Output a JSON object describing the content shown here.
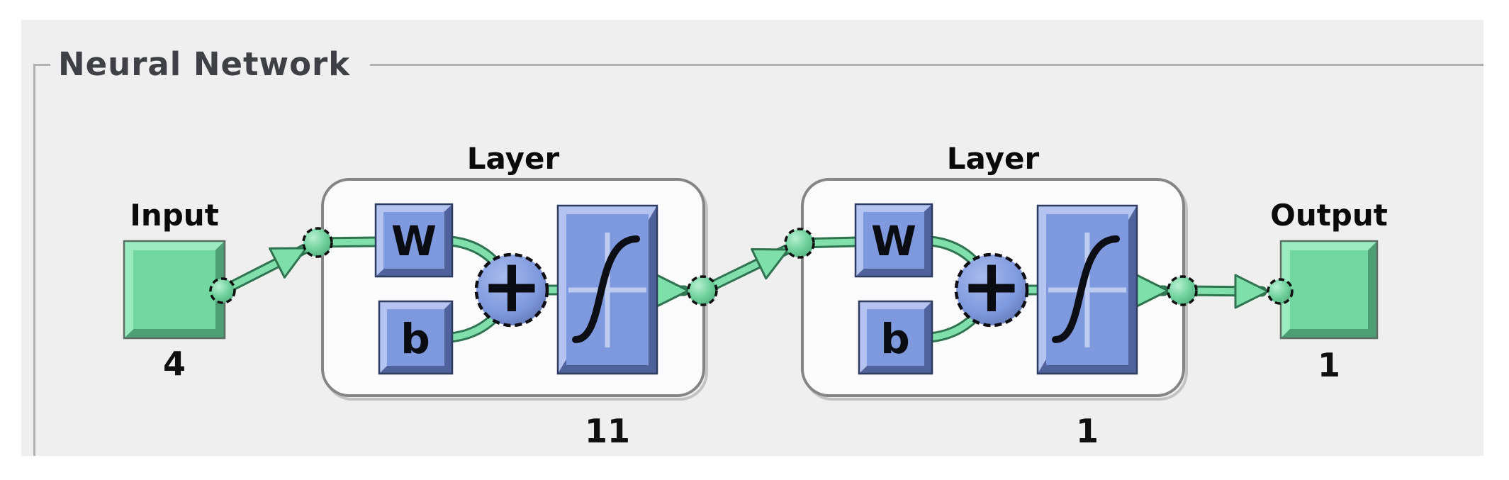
{
  "panel": {
    "title": "Neural Network"
  },
  "diagram": {
    "input": {
      "label": "Input",
      "size": "4"
    },
    "layers": [
      {
        "label": "Layer",
        "weight_label": "W",
        "bias_label": "b",
        "sum_symbol": "+",
        "size": "11"
      },
      {
        "label": "Layer",
        "weight_label": "W",
        "bias_label": "b",
        "sum_symbol": "+",
        "size": "1"
      }
    ],
    "output": {
      "label": "Output",
      "size": "1"
    },
    "colors": {
      "panel_bg": "#efefef",
      "block_green": "#72d7a1",
      "block_blue": "#7e99de",
      "connector_green": "#81dfac",
      "layer_box_border": "#858585"
    }
  }
}
